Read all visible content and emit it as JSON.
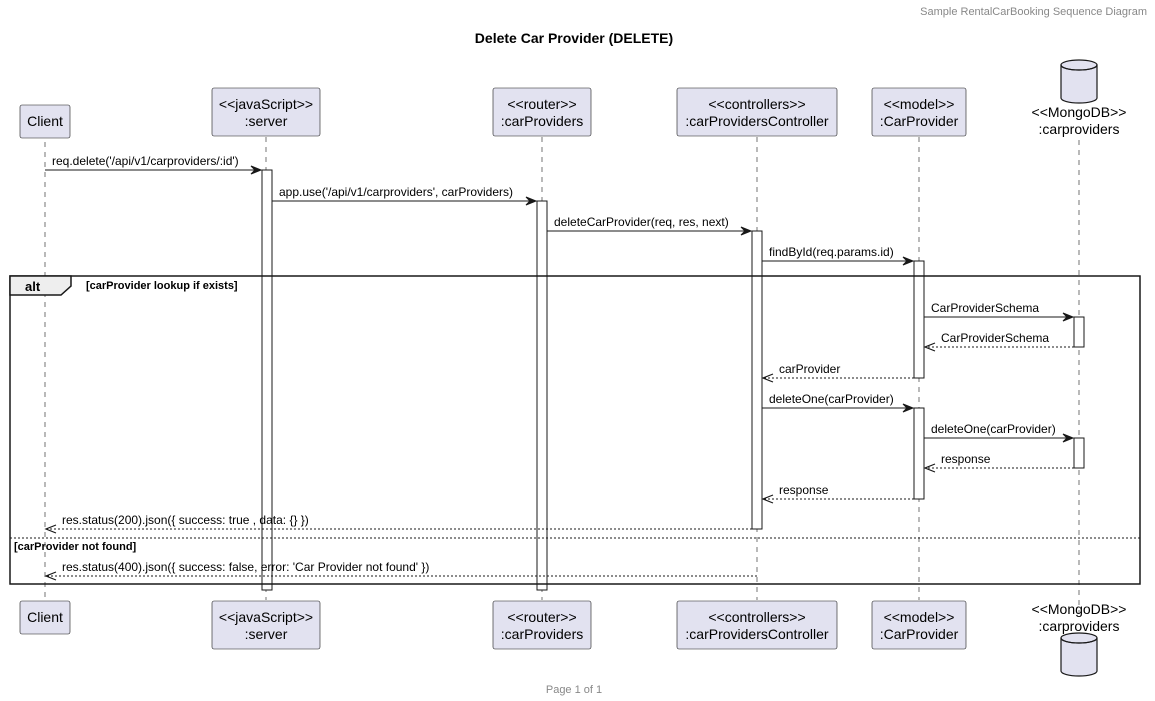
{
  "header": {
    "text": "Sample RentalCarBooking Sequence Diagram"
  },
  "title": "Delete Car Provider (DELETE)",
  "footer": {
    "text": "Page 1 of 1"
  },
  "colors": {
    "participant_fill": "#E2E2F0",
    "participant_border": "#181818",
    "activation_fill": "#FFFFFF",
    "line": "#181818",
    "lifeline": "#181818"
  },
  "participants": [
    {
      "id": "client",
      "lines": [
        "Client"
      ],
      "shape": "box"
    },
    {
      "id": "server",
      "lines": [
        "<<javaScript>>",
        ":server"
      ],
      "shape": "box"
    },
    {
      "id": "router",
      "lines": [
        "<<router>>",
        ":carProviders"
      ],
      "shape": "box"
    },
    {
      "id": "controller",
      "lines": [
        "<<controllers>>",
        ":carProvidersController"
      ],
      "shape": "box"
    },
    {
      "id": "model",
      "lines": [
        "<<model>>",
        ":CarProvider"
      ],
      "shape": "box"
    },
    {
      "id": "db",
      "lines": [
        "<<MongoDB>>",
        ":carproviders"
      ],
      "shape": "database"
    }
  ],
  "messages": [
    {
      "from": "client",
      "to": "server",
      "label": "req.delete('/api/v1/carproviders/:id')",
      "style": "solid"
    },
    {
      "from": "server",
      "to": "router",
      "label": "app.use('/api/v1/carproviders', carProviders)",
      "style": "solid"
    },
    {
      "from": "router",
      "to": "controller",
      "label": "deleteCarProvider(req, res, next)",
      "style": "solid"
    },
    {
      "from": "controller",
      "to": "model",
      "label": "findById(req.params.id)",
      "style": "solid"
    },
    {
      "from": "model",
      "to": "db",
      "label": "CarProviderSchema",
      "style": "solid"
    },
    {
      "from": "db",
      "to": "model",
      "label": "CarProviderSchema",
      "style": "dashed"
    },
    {
      "from": "model",
      "to": "controller",
      "label": "carProvider",
      "style": "dashed"
    },
    {
      "from": "controller",
      "to": "model",
      "label": "deleteOne(carProvider)",
      "style": "solid"
    },
    {
      "from": "model",
      "to": "db",
      "label": "deleteOne(carProvider)",
      "style": "solid"
    },
    {
      "from": "db",
      "to": "model",
      "label": "response",
      "style": "dashed"
    },
    {
      "from": "model",
      "to": "controller",
      "label": "response",
      "style": "dashed"
    },
    {
      "from": "controller",
      "to": "client",
      "label": "res.status(200).json({ success: true , data: {} })",
      "style": "dashed"
    },
    {
      "from": "controller",
      "to": "client",
      "label": "res.status(400).json({ success: false, error: 'Car Provider not found' })",
      "style": "dashed"
    }
  ],
  "fragment": {
    "type": "alt",
    "label": "alt",
    "guard": "[carProvider lookup if exists]",
    "else_guard": "[carProvider not found]"
  }
}
